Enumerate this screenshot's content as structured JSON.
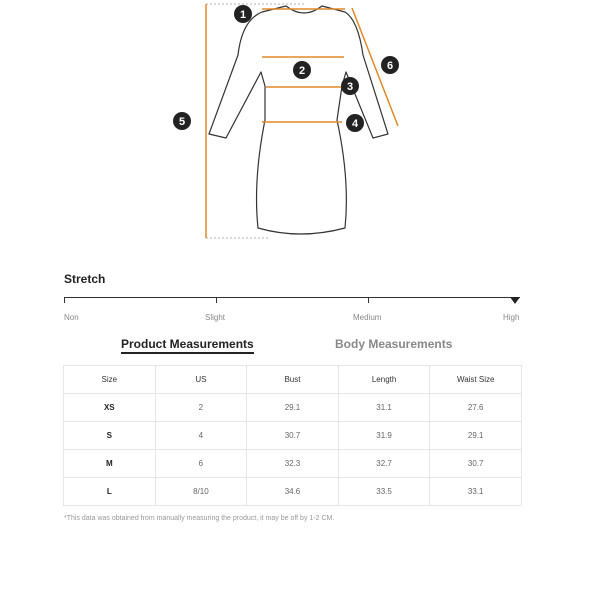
{
  "diagram": {
    "markers": [
      "1",
      "2",
      "3",
      "4",
      "5",
      "6"
    ],
    "accent": "#e0892a"
  },
  "stretch": {
    "title": "Stretch",
    "levels": [
      "Non",
      "Slight",
      "Medium",
      "High"
    ],
    "selected": "High"
  },
  "tabs": {
    "product": "Product Measurements",
    "body": "Body Measurements",
    "active": "Product Measurements"
  },
  "table": {
    "headers": [
      "Size",
      "US",
      "Bust",
      "Length",
      "Waist Size"
    ],
    "rows": [
      [
        "XS",
        "2",
        "29.1",
        "31.1",
        "27.6"
      ],
      [
        "S",
        "4",
        "30.7",
        "31.9",
        "29.1"
      ],
      [
        "M",
        "6",
        "32.3",
        "32.7",
        "30.7"
      ],
      [
        "L",
        "8/10",
        "34.6",
        "33.5",
        "33.1"
      ]
    ]
  },
  "disclaimer": "*This data was obtained from manually measuring the product, it may be off by 1-2 CM."
}
